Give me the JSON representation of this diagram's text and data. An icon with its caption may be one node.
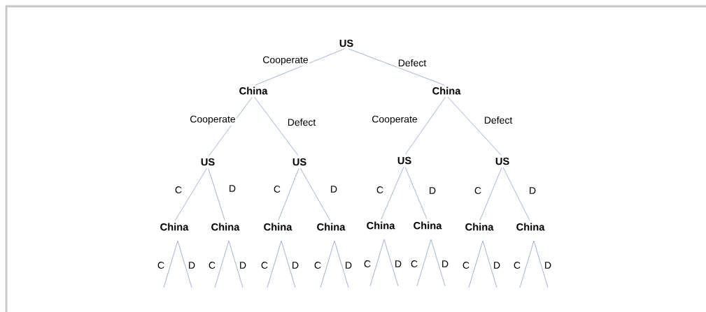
{
  "diagram": {
    "nodes": [
      {
        "text": [
          "US"
        ]
      },
      {
        "text": [
          "China"
        ]
      },
      {
        "text": [
          "China"
        ]
      },
      {
        "text": [
          "US"
        ]
      },
      {
        "text": [
          "US"
        ]
      },
      {
        "text": [
          "US"
        ]
      },
      {
        "text": [
          "US"
        ]
      },
      {
        "text": [
          "China"
        ]
      },
      {
        "text": [
          "China"
        ]
      },
      {
        "text": [
          "China"
        ]
      },
      {
        "text": [
          "China"
        ]
      },
      {
        "text": [
          "China"
        ]
      },
      {
        "text": [
          "China"
        ]
      },
      {
        "text": [
          "China"
        ]
      },
      {
        "text": [
          "China"
        ]
      }
    ],
    "edges": [
      {
        "from": 0,
        "to": 1,
        "arrow": "none",
        "label": "Cooperate"
      },
      {
        "from": 0,
        "to": 2,
        "arrow": "none",
        "label": "Defect"
      },
      {
        "from": 1,
        "to": 3,
        "arrow": "none",
        "label": "Cooperate"
      },
      {
        "from": 1,
        "to": 4,
        "arrow": "none",
        "label": "Defect"
      },
      {
        "from": 2,
        "to": 5,
        "arrow": "none",
        "label": "Cooperate"
      },
      {
        "from": 2,
        "to": 6,
        "arrow": "none",
        "label": "Defect"
      },
      {
        "from": 3,
        "to": 7,
        "arrow": "none",
        "label": "C"
      },
      {
        "from": 3,
        "to": 8,
        "arrow": "none",
        "label": "D"
      },
      {
        "from": 4,
        "to": 9,
        "arrow": "none",
        "label": "C"
      },
      {
        "from": 4,
        "to": 10,
        "arrow": "none",
        "label": "D"
      },
      {
        "from": 5,
        "to": 11,
        "arrow": "none",
        "label": "C"
      },
      {
        "from": 5,
        "to": 12,
        "arrow": "none",
        "label": "D"
      },
      {
        "from": 6,
        "to": 13,
        "arrow": "none",
        "label": "C"
      },
      {
        "from": 6,
        "to": 14,
        "arrow": "none",
        "label": "D"
      },
      {
        "from": 7,
        "to": null,
        "arrow": "none",
        "label": "C"
      },
      {
        "from": 7,
        "to": null,
        "arrow": "none",
        "label": "D"
      },
      {
        "from": 8,
        "to": null,
        "arrow": "none",
        "label": "C"
      },
      {
        "from": 8,
        "to": null,
        "arrow": "none",
        "label": "D"
      },
      {
        "from": 9,
        "to": null,
        "arrow": "none",
        "label": "C"
      },
      {
        "from": 9,
        "to": null,
        "arrow": "none",
        "label": "D"
      },
      {
        "from": 10,
        "to": null,
        "arrow": "none",
        "label": "C"
      },
      {
        "from": 10,
        "to": null,
        "arrow": "none",
        "label": "D"
      },
      {
        "from": 11,
        "to": null,
        "arrow": "none",
        "label": "C"
      },
      {
        "from": 11,
        "to": null,
        "arrow": "none",
        "label": "D"
      },
      {
        "from": 12,
        "to": null,
        "arrow": "none",
        "label": "C"
      },
      {
        "from": 12,
        "to": null,
        "arrow": "none",
        "label": "D"
      },
      {
        "from": 13,
        "to": null,
        "arrow": "none",
        "label": "C"
      },
      {
        "from": 13,
        "to": null,
        "arrow": "none",
        "label": "D"
      },
      {
        "from": 14,
        "to": null,
        "arrow": "none",
        "label": "C"
      },
      {
        "from": 14,
        "to": null,
        "arrow": "none",
        "label": "D"
      }
    ]
  }
}
